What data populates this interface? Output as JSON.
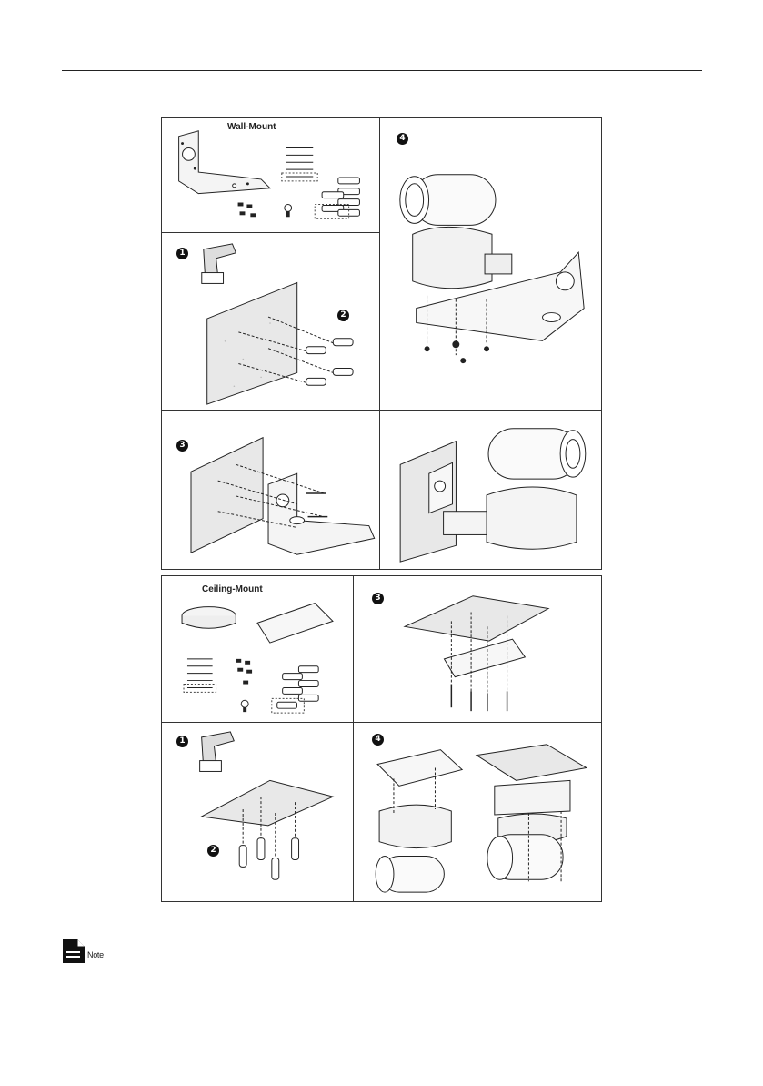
{
  "wall": {
    "title": "Wall-Mount",
    "steps": {
      "s1": "1",
      "s2": "2",
      "s3": "3",
      "s4": "4"
    }
  },
  "ceiling": {
    "title": "Ceiling-Mount",
    "steps": {
      "s1": "1",
      "s2": "2",
      "s3": "3",
      "s4": "4"
    }
  },
  "note": {
    "label": "Note",
    "icon": "document-note-icon"
  }
}
